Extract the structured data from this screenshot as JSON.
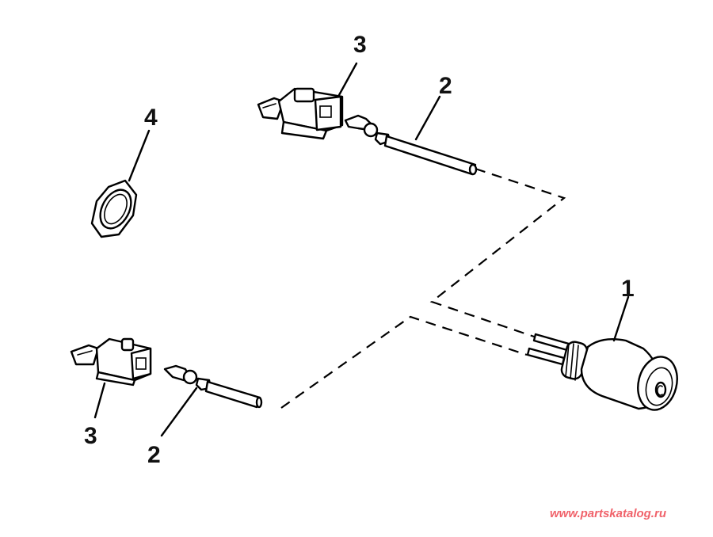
{
  "diagram": {
    "type": "exploded-parts-diagram",
    "subject": "sending unit with connectors, terminals and nut",
    "callouts": [
      {
        "id": "callout-1",
        "label": "1",
        "part": "sending-unit"
      },
      {
        "id": "callout-2-top",
        "label": "2",
        "part": "terminal-wire-top"
      },
      {
        "id": "callout-3-top",
        "label": "3",
        "part": "connector-housing-top"
      },
      {
        "id": "callout-4",
        "label": "4",
        "part": "hex-nut"
      },
      {
        "id": "callout-3-bottom",
        "label": "3",
        "part": "connector-housing-bottom"
      },
      {
        "id": "callout-2-bottom",
        "label": "2",
        "part": "terminal-wire-bottom"
      }
    ],
    "line_color": "#000000",
    "background": "#ffffff"
  },
  "watermark": {
    "text": "www.partskatalog.ru",
    "color": "#f0626a"
  }
}
